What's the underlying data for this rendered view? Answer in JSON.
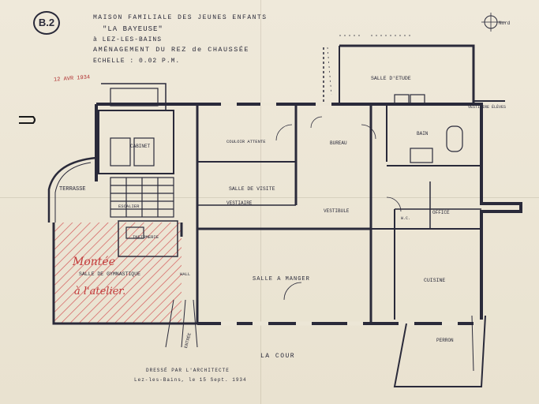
{
  "sheet_id": "B.2",
  "title_block": {
    "line1": "MAISON FAMILIALE DES JEUNES ENFANTS",
    "line2": "\"LA BAYEUSE\"",
    "line3": "à LEZ-LES-BAINS",
    "line4": "AMÉNAGEMENT DU REZ de CHAUSSÉE",
    "line5": "ECHELLE : 0.02 P.M."
  },
  "stamp": "12 AVR 1934",
  "north_label": "Nord",
  "rooms": {
    "salle_etude": "SALLE D'ETUDE",
    "vestiaire_eleves": "VESTIAIRE ÉLÈVES",
    "bain": "BAIN",
    "cabinet": "CABINET",
    "couloir": "COULOIR ATTENTE",
    "bureau": "BUREAU",
    "salle_attente": "SALLE DE VISITE",
    "vestiaire": "VESTIAIRE",
    "vestibule": "VESTIBULE",
    "office": "OFFICE",
    "terrasse": "TERRASSE",
    "escalier": "ESCALIER",
    "w_c": "W.C.",
    "infirmerie": "INFIRMERIE",
    "salle_gym": "SALLE DE GYMNASTIQUE",
    "salle_manger": "SALLE A MANGER",
    "cuisine": "CUISINE",
    "hall": "HALL",
    "entree": "ENTRÉE",
    "perron": "PERRON",
    "cour": "LA COUR"
  },
  "annotation_red": {
    "line1": "Montée",
    "line2": "à l'atelier."
  },
  "signature_block": {
    "line1": "DRESSÉ PAR L'ARCHITECTE",
    "line2": "Lez-les-Bains, le 15 Sept. 1934"
  },
  "colors": {
    "paper": "#ece6d6",
    "ink": "#2a2a3a",
    "red_annotation": "#c23a3a"
  }
}
